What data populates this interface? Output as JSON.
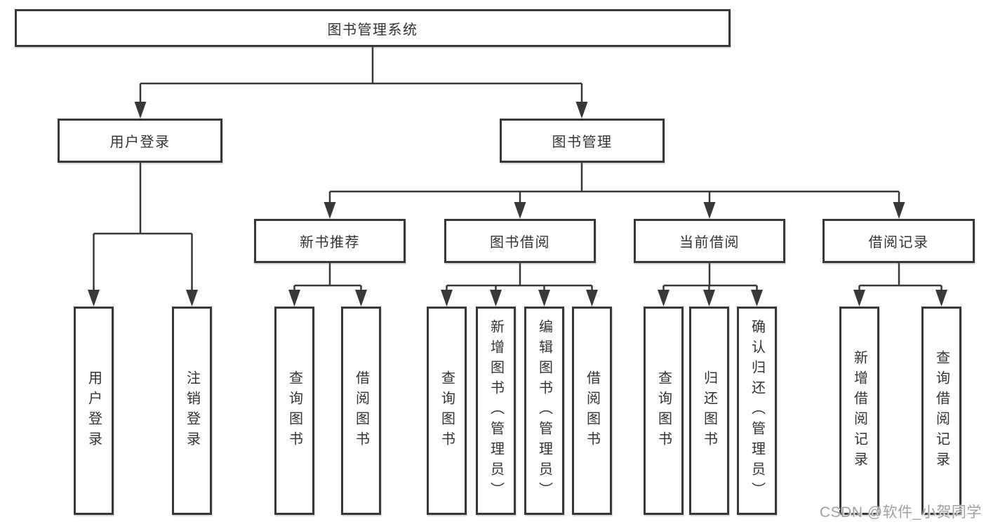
{
  "diagram": {
    "root": {
      "label": "图书管理系统"
    },
    "branches": [
      {
        "label": "用户登录",
        "children": [
          "用户登录",
          "注销登录"
        ]
      },
      {
        "label": "图书管理",
        "children": [
          {
            "label": "新书推荐",
            "children": [
              "查询图书",
              "借阅图书"
            ]
          },
          {
            "label": "图书借阅",
            "children": [
              "查询图书",
              "新增图书（管理员）",
              "编辑图书（管理员）",
              "借阅图书"
            ]
          },
          {
            "label": "当前借阅",
            "children": [
              "查询图书",
              "归还图书",
              "确认归还（管理员）"
            ]
          },
          {
            "label": "借阅记录",
            "children": [
              "新增借阅记录",
              "查询借阅记录"
            ]
          }
        ]
      }
    ]
  },
  "colors": {
    "line": "#383838",
    "box_border": "#383838",
    "text": "#333333",
    "background": "#ffffff",
    "watermark": "#a0a0a0"
  },
  "watermark": "CSDN @软件_小贺同学"
}
